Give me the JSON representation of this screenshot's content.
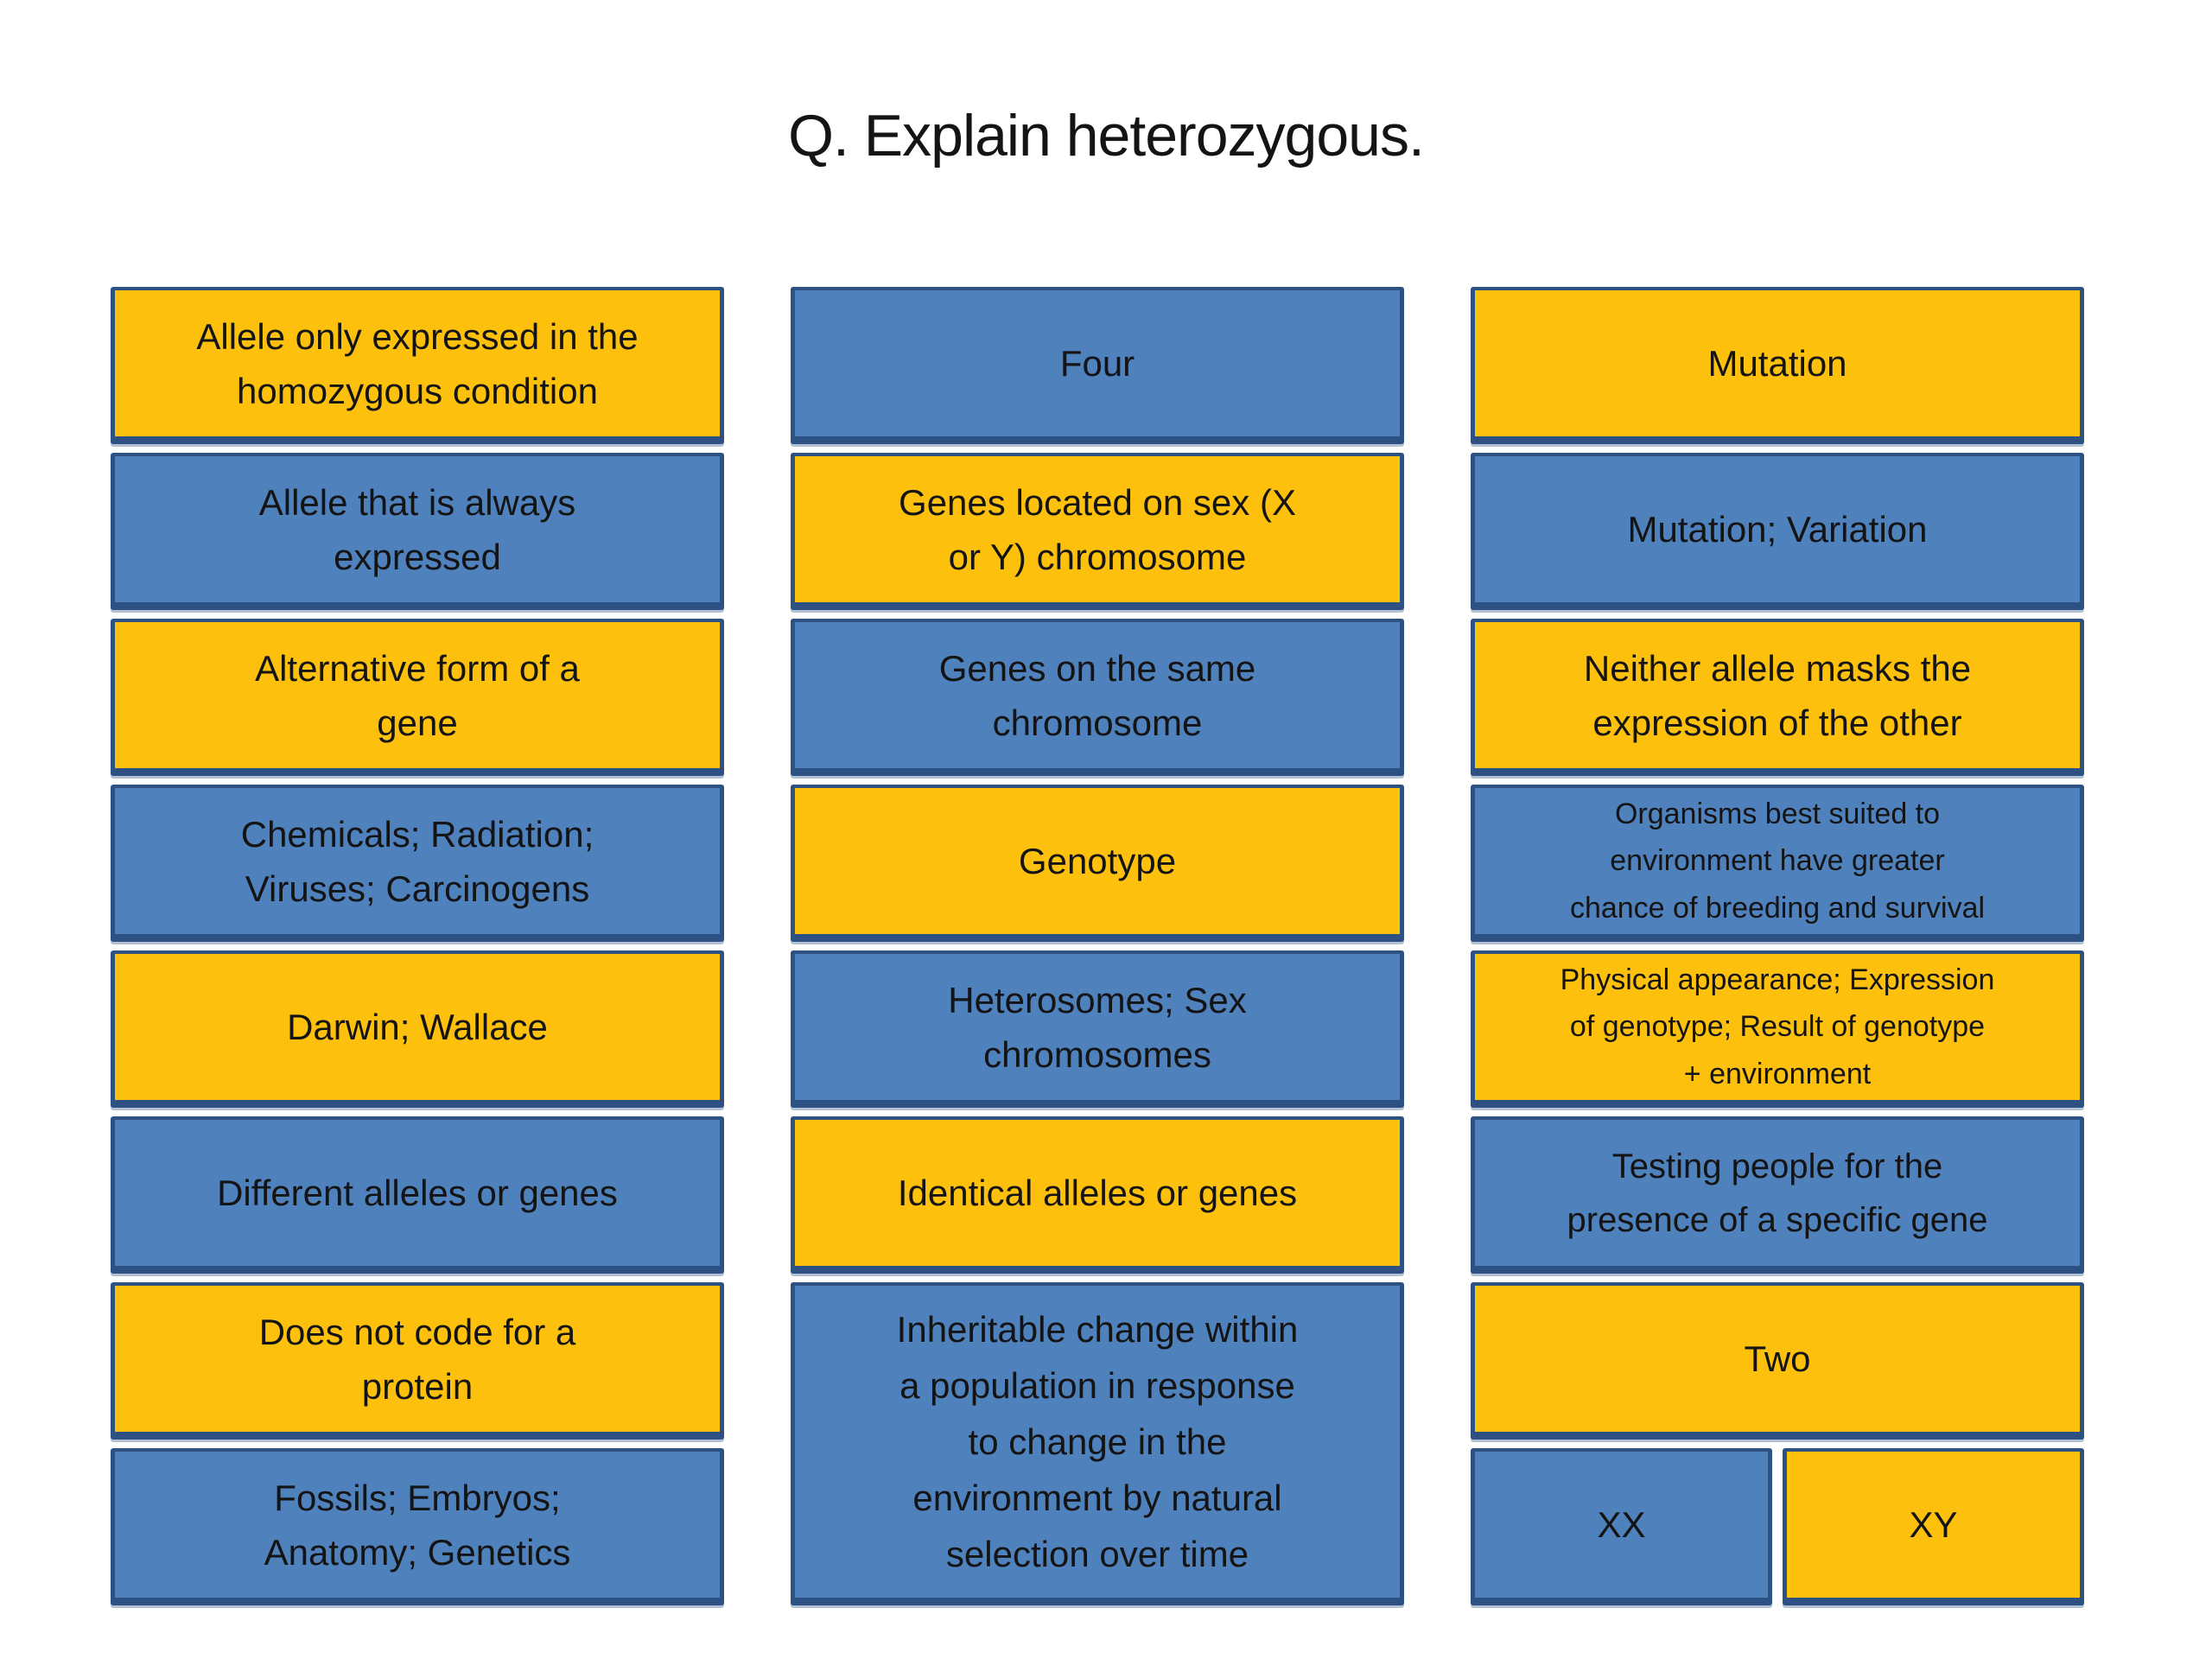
{
  "title": "Q. Explain heterozygous.",
  "palette": {
    "gold": "#FDC10D",
    "blue": "#4F81BD",
    "border": "#2C5182",
    "text": "#141414",
    "bg": "#FFFFFF"
  },
  "columns": [
    {
      "name": "left",
      "boxes": [
        {
          "color": "gold",
          "text": "Allele only expressed in the\nhomozygous condition"
        },
        {
          "color": "blue",
          "text": "Allele that is always\nexpressed"
        },
        {
          "color": "gold",
          "text": "Alternative form of a\ngene"
        },
        {
          "color": "blue",
          "text": "Chemicals; Radiation;\nViruses; Carcinogens"
        },
        {
          "color": "gold",
          "text": "Darwin; Wallace"
        },
        {
          "color": "blue",
          "text": "Different alleles or genes"
        },
        {
          "color": "gold",
          "text": "Does not code for a\nprotein"
        },
        {
          "color": "blue",
          "text": "Fossils; Embryos;\nAnatomy; Genetics"
        }
      ]
    },
    {
      "name": "middle",
      "boxes": [
        {
          "color": "blue",
          "text": "Four"
        },
        {
          "color": "gold",
          "text": "Genes located on sex (X\nor Y) chromosome"
        },
        {
          "color": "blue",
          "text": "Genes on the same\nchromosome"
        },
        {
          "color": "gold",
          "text": "Genotype"
        },
        {
          "color": "blue",
          "text": "Heterosomes; Sex\nchromosomes"
        },
        {
          "color": "gold",
          "text": "Identical alleles or genes"
        },
        {
          "color": "blue",
          "text": "Inheritable change within\na population in response\nto change in the\nenvironment by natural\nselection over time"
        }
      ]
    },
    {
      "name": "right",
      "boxes": [
        {
          "color": "gold",
          "text": "Mutation"
        },
        {
          "color": "blue",
          "text": "Mutation; Variation"
        },
        {
          "color": "gold",
          "text": "Neither allele masks the\nexpression of the other"
        },
        {
          "color": "blue",
          "text": "Organisms best suited to\nenvironment have greater\nchance of breeding and survival"
        },
        {
          "color": "gold",
          "text": "Physical appearance; Expression\nof genotype; Result of genotype\n+ environment"
        },
        {
          "color": "blue",
          "text": "Testing people for the\npresence of a specific gene"
        },
        {
          "color": "gold",
          "text": "Two"
        },
        {
          "color": "blue",
          "text": "XX"
        },
        {
          "color": "gold",
          "text": "XY"
        }
      ]
    }
  ]
}
